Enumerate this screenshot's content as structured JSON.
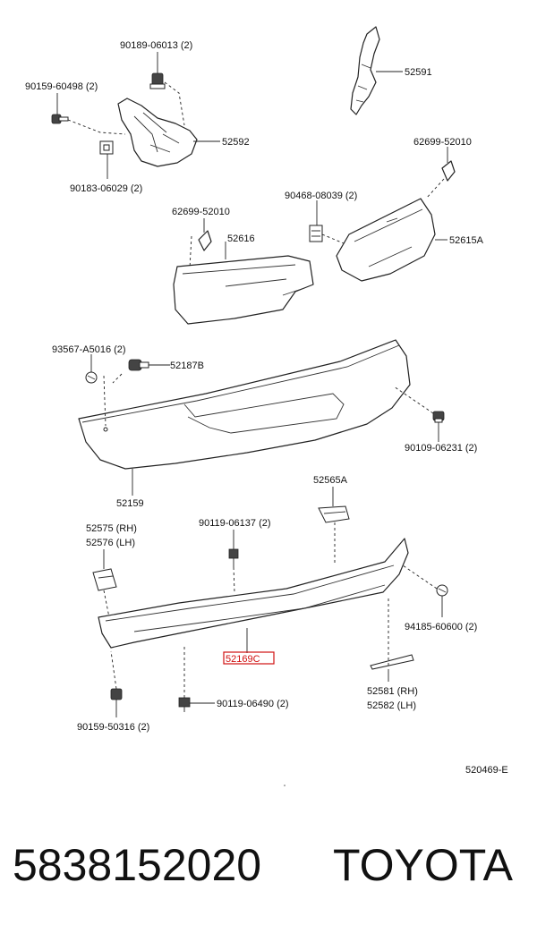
{
  "diagram": {
    "labels": {
      "p90189_06013": "90189-06013 (2)",
      "p90159_60498": "90159-60498 (2)",
      "p52591": "52591",
      "p52592": "52592",
      "p90183_06029": "90183-06029 (2)",
      "p62699_52010_r": "62699-52010",
      "p90468_08039": "90468-08039 (2)",
      "p62699_52010_l": "62699-52010",
      "p52616": "52616",
      "p52615A": "52615A",
      "p93567_A5016": "93567-A5016 (2)",
      "p52187B": "52187B",
      "p90109_06231": "90109-06231 (2)",
      "p52159": "52159",
      "p52565A": "52565A",
      "p52575": "52575 (RH)",
      "p52576": "52576 (LH)",
      "p90119_06137": "90119-06137 (2)",
      "p94185_60600": "94185-60600 (2)",
      "p52169C": "52169C",
      "p52581": "52581 (RH)",
      "p52582": "52582 (LH)",
      "p90159_50316": "90159-50316 (2)",
      "p90119_06490": "90119-06490 (2)",
      "ref": "520469-E"
    },
    "highlight_color": "#d01010"
  },
  "footer": {
    "part_number": "5838152020",
    "brand": "TOYOTA"
  }
}
